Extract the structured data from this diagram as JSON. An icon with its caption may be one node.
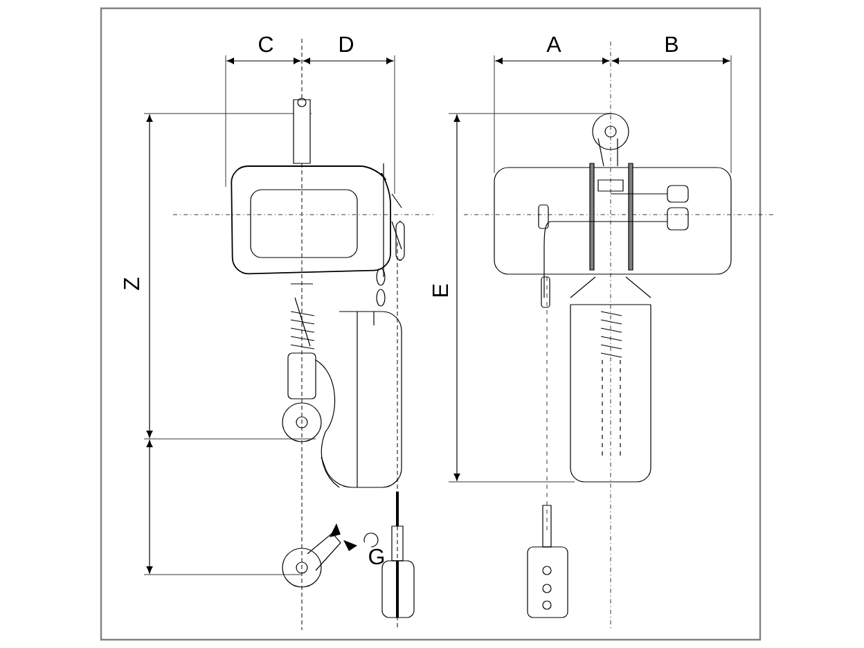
{
  "diagram": {
    "labels": [
      "C",
      "D",
      "A",
      "B",
      "Z",
      "E",
      "G"
    ]
  }
}
